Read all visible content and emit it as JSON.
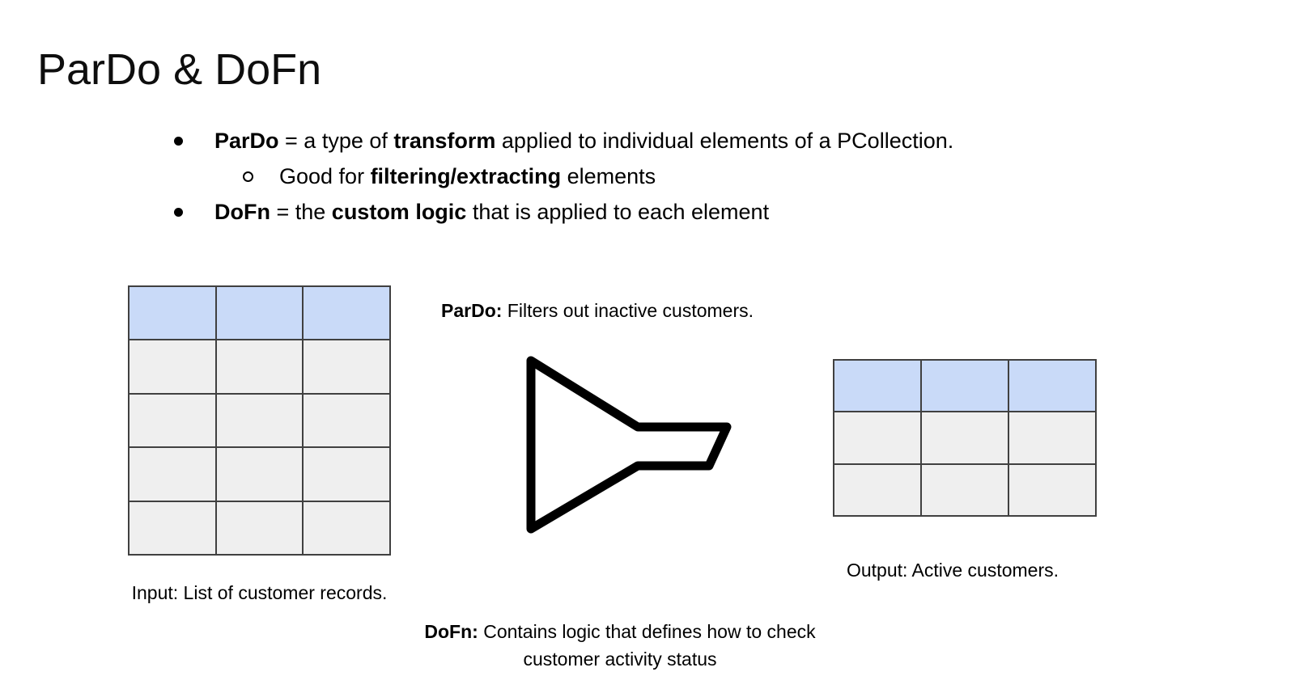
{
  "slide": {
    "title": "ParDo & DoFn",
    "background_color": "#ffffff",
    "text_color": "#000000"
  },
  "bullets": [
    {
      "level": 1,
      "segments": [
        {
          "text": "ParDo",
          "bold": true
        },
        {
          "text": " = a type of ",
          "bold": false
        },
        {
          "text": "transform",
          "bold": true
        },
        {
          "text": " applied to individual elements of a PCollection.",
          "bold": false
        }
      ]
    },
    {
      "level": 2,
      "segments": [
        {
          "text": "Good for ",
          "bold": false
        },
        {
          "text": "filtering/extracting",
          "bold": true
        },
        {
          "text": " elements",
          "bold": false
        }
      ]
    },
    {
      "level": 1,
      "segments": [
        {
          "text": "DoFn",
          "bold": true
        },
        {
          "text": " = the ",
          "bold": false
        },
        {
          "text": "custom logic",
          "bold": true
        },
        {
          "text": " that is applied to each element",
          "bold": false
        }
      ]
    }
  ],
  "diagram": {
    "input_table": {
      "rows": 5,
      "cols": 3,
      "header_color": "#c9daf8",
      "cell_color": "#efefef",
      "border_color": "#404040",
      "caption": "Input: List of customer records."
    },
    "pardo_label": {
      "segments": [
        {
          "text": "ParDo:",
          "bold": true
        },
        {
          "text": " Filters out inactive customers.",
          "bold": false
        }
      ]
    },
    "funnel_icon": {
      "name": "funnel-icon",
      "color": "#000000"
    },
    "output_table": {
      "rows": 3,
      "cols": 3,
      "header_color": "#c9daf8",
      "cell_color": "#efefef",
      "border_color": "#404040",
      "caption": "Output: Active customers."
    },
    "dofn_label": {
      "segments": [
        {
          "text": "DoFn:",
          "bold": true
        },
        {
          "text": " Contains logic that defines how to check customer activity status",
          "bold": false
        }
      ]
    }
  }
}
